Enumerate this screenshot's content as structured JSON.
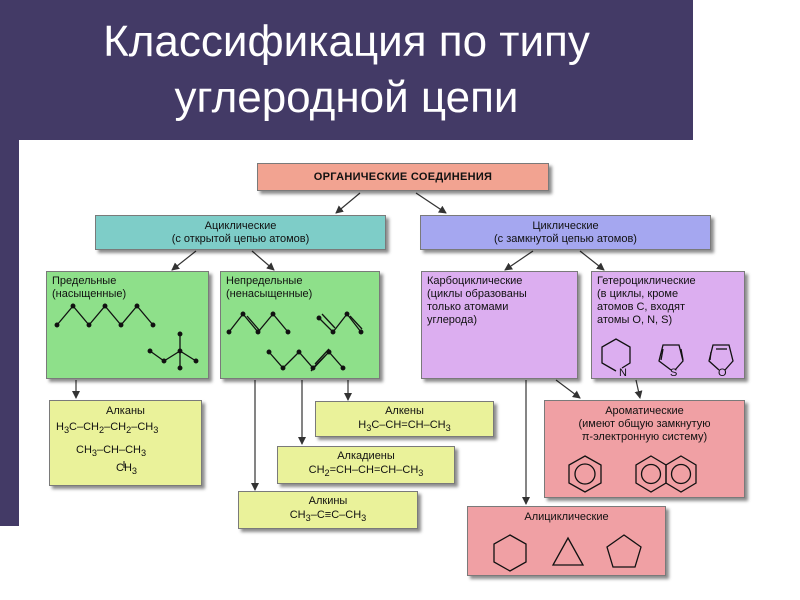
{
  "title_line1": "Классификация по типу",
  "title_line2": "углеродной цепи",
  "root": "ОРГАНИЧЕСКИЕ СОЕДИНЕНИЯ",
  "acyclic": {
    "line1": "Ациклические",
    "line2": "(с открытой цепью атомов)"
  },
  "cyclic": {
    "line1": "Циклические",
    "line2": "(с замкнутой цепью атомов)"
  },
  "saturated": {
    "line1": "Предельные",
    "line2": "(насыщенные)"
  },
  "unsaturated": {
    "line1": "Непредельные",
    "line2": "(ненасыщенные)"
  },
  "carbocyclic": {
    "line1": "Карбоциклические",
    "line2": "(циклы образованы",
    "line3": "только атомами",
    "line4": "углерода)"
  },
  "heterocyclic": {
    "line1": "Гетероциклические",
    "line2": "(в циклы, кроме",
    "line3": "атомов С, входят",
    "line4": "атомы  О, N, S)",
    "atom_n": "N",
    "atom_s": "S",
    "atom_o": "O"
  },
  "alkanes": {
    "label": "Алканы",
    "f1": [
      "H",
      "3",
      "C–CH",
      "2",
      "–CH",
      "2",
      "–CH",
      "3"
    ],
    "f2": [
      "CH",
      "3",
      "–CH–CH",
      "3"
    ],
    "f3": [
      "CH",
      "3"
    ]
  },
  "alkenes": {
    "label": "Алкены",
    "f": [
      "H",
      "3",
      "C–CH=CH–CH",
      "3"
    ]
  },
  "alkadienes": {
    "label": "Алкадиены",
    "f": [
      "CH",
      "2",
      "=CH–CH=CH–CH",
      "3"
    ]
  },
  "alkynes": {
    "label": "Алкины",
    "f": [
      "CH",
      "3",
      "–C≡C–CH",
      "3"
    ]
  },
  "aromatic": {
    "line1": "Ароматические",
    "line2": "(имеют общую замкнутую",
    "line3": "π-электронную систему)"
  },
  "alicyclic": {
    "label": "Алициклические"
  },
  "colors": {
    "root": "#f2a391",
    "acyclic": "#7ecdc8",
    "cyclic": "#a5a7f0",
    "saturated_unsaturated": "#8ee08a",
    "carbo_hetero": "#dcaef0",
    "yellow": "#eaf29a",
    "pink": "#f0a0a4",
    "background": "#433a66"
  }
}
